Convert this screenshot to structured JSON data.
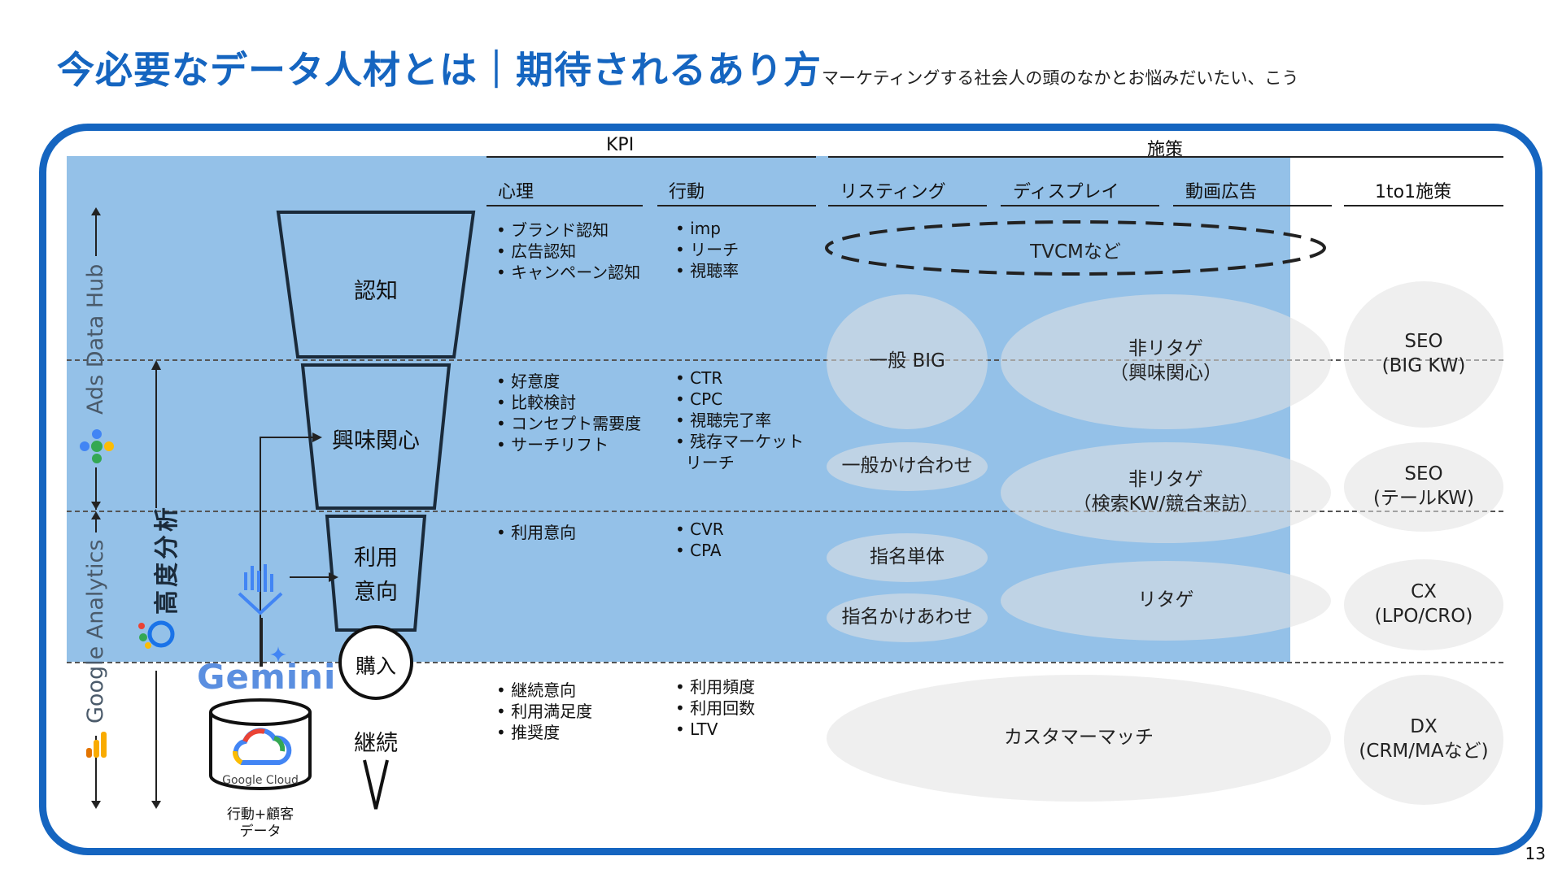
{
  "title": "今必要なデータ人材とは｜期待されるあり方",
  "subtitle": "マーケティングする社会人の頭のなかとお悩みだいたい、こう",
  "headers": {
    "kpi": "KPI",
    "shisaku": "施策",
    "shinri": "心理",
    "kodo": "行動",
    "listing": "リスティング",
    "display": "ディスプレイ",
    "video": "動画広告",
    "one_to_one": "1to1施策"
  },
  "funnel": {
    "ninchi": "認知",
    "kyomi": "興味関心",
    "riyo_1": "利用",
    "riyo_2": "意向",
    "konyu": "購入",
    "keizoku": "継続"
  },
  "left_labels": {
    "ads_data_hub": "Ads Data Hub",
    "google_analytics": "Google Analytics",
    "kodo_bunseki": "高度分析",
    "gemini": "Gemini",
    "google_cloud": "Google Cloud",
    "data_line1": "行動+顧客",
    "data_line2": "データ"
  },
  "psych": {
    "ninchi": [
      "ブランド認知",
      "広告認知",
      "キャンペーン認知"
    ],
    "kyomi": [
      "好意度",
      "比較検討",
      "コンセプト需要度",
      "サーチリフト"
    ],
    "riyo": [
      "利用意向"
    ],
    "keizoku": [
      "継続意向",
      "利用満足度",
      "推奨度"
    ]
  },
  "behavior": {
    "ninchi": [
      "imp",
      "リーチ",
      "視聴率"
    ],
    "kyomi": [
      "CTR",
      "CPC",
      "視聴完了率",
      "残存マーケット",
      "リーチ"
    ],
    "riyo": [
      "CVR",
      "CPA"
    ],
    "keizoku": [
      "利用頻度",
      "利用回数",
      "LTV"
    ]
  },
  "measures": {
    "tvcm": "TVCMなど",
    "ippan_big": "一般 BIG",
    "ippan_kake": "一般かけ合わせ",
    "shimei_tantai": "指名単体",
    "shimei_kake": "指名かけあわせ",
    "hiritage_kyomi_1": "非リタゲ",
    "hiritage_kyomi_2": "（興味関心）",
    "hiritage_search_1": "非リタゲ",
    "hiritage_search_2": "（検索KW/競合来訪）",
    "ritage": "リタゲ",
    "customer_match": "カスタマーマッチ"
  },
  "one_to_one": {
    "seo_big_1": "SEO",
    "seo_big_2": "(BIG KW)",
    "seo_tail_1": "SEO",
    "seo_tail_2": "(テールKW)",
    "cx_1": "CX",
    "cx_2": "(LPO/CRO)",
    "dx_1": "DX",
    "dx_2": "(CRM/MAなど)"
  },
  "page_number": "13",
  "colors": {
    "brand_blue": "#1565c0",
    "panel_blue": "#5aa0dc",
    "ellipse_gray": "#e1e1e1"
  }
}
